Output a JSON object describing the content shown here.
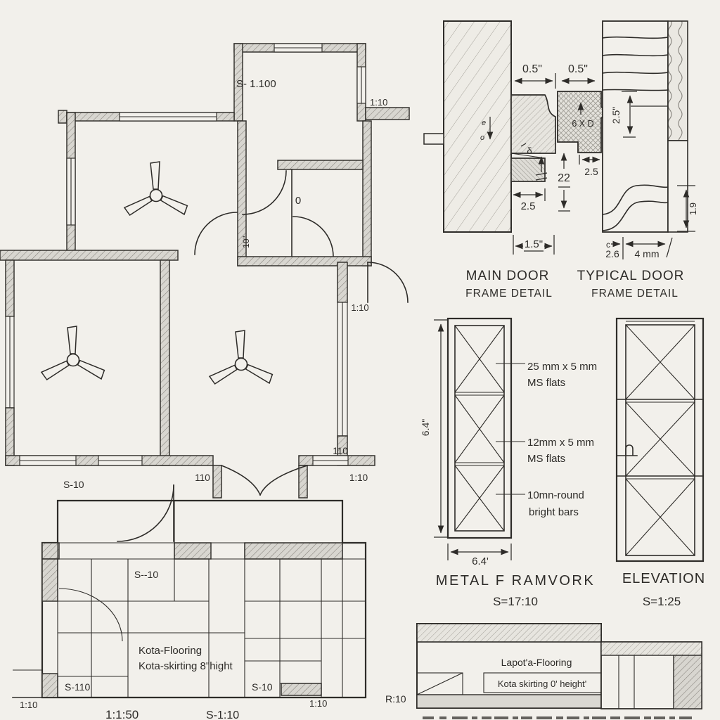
{
  "colors": {
    "paper": "#f2f0eb",
    "ink": "#2e2c29",
    "wall_fill": "#d8d6d0",
    "hatch_line": "#85827c"
  },
  "floor_plan": {
    "room_label": "S- 1.100",
    "scale_a": "1:10",
    "wc_zero": "0",
    "wc_dim": "10\"",
    "scale_b": "1:10",
    "dim_110_a": "110",
    "dim_110_b": "110",
    "scale_c": "1:10",
    "s10": "S-10"
  },
  "flooring_detail": {
    "s10_top": "S--10",
    "kota1": "Kota-Flooring",
    "kota2": "Kota-skirting 8\"hight",
    "s110": "S-110",
    "s10_b": "S-10",
    "sc_left": "1:10",
    "sc_right": "1:10",
    "sc_a": "1:1:50",
    "sc_b": "S-1:10"
  },
  "main_door": {
    "d05a": "0.5\"",
    "d05b": "0.5\"",
    "ge": "e",
    "go": "o",
    "gd": "δ",
    "d25": "2.5",
    "d22": "22",
    "d15": "1.5\"",
    "t1": "MAIN DOOR",
    "t2": "FRAME DETAIL"
  },
  "typical_door": {
    "d6x": "6 X D",
    "d25v": "2.5\"",
    "d25h": "2.5",
    "d19": "1.9",
    "dc": "c",
    "d26": "2.6",
    "d4mm": "4 mm",
    "t1": "TYPICAL DOOR",
    "t2": "FRAME DETAIL"
  },
  "metal_framework": {
    "dh": "6.4\"",
    "dw": "6.4'",
    "l1a": "25 mm x 5 mm",
    "l1b": "MS flats",
    "l2a": "12mm x 5 mm",
    "l2b": "MS flats",
    "l3a": "10mn-round",
    "l3b": "bright bars",
    "title": "METAL F RAMVORK",
    "scale": "S=17:10"
  },
  "elevation": {
    "title": "ELEVATION",
    "scale": "S=1:25"
  },
  "flooring_section": {
    "l1": "Lapot'a-Flooring",
    "l2": "Kota skirting 0' height'",
    "r10": "R:10"
  }
}
